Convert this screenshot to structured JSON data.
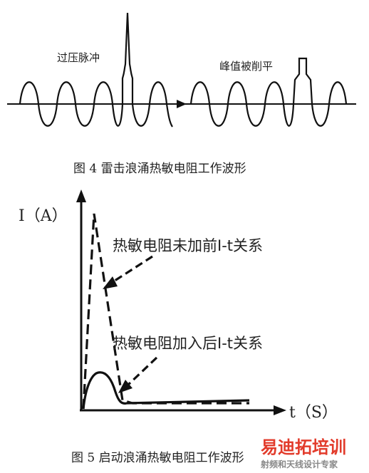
{
  "fig4": {
    "label_pulse": "过压脉冲",
    "label_clipped": "峰值被削平",
    "caption": "图 4   雷击浪涌热敏电阻工作波形"
  },
  "fig5": {
    "y_axis_label": "I（A）",
    "x_axis_label": "t（S）",
    "annotation_before": "热敏电阻未加前I-t关系",
    "annotation_after": "热敏电阻加入后I-t关系",
    "caption": "图 5   启动浪涌热敏电阻工作波形"
  },
  "watermark": {
    "main": "易迪拓培训",
    "sub": "射频和天线设计专家",
    "color": "#e23b2b"
  }
}
